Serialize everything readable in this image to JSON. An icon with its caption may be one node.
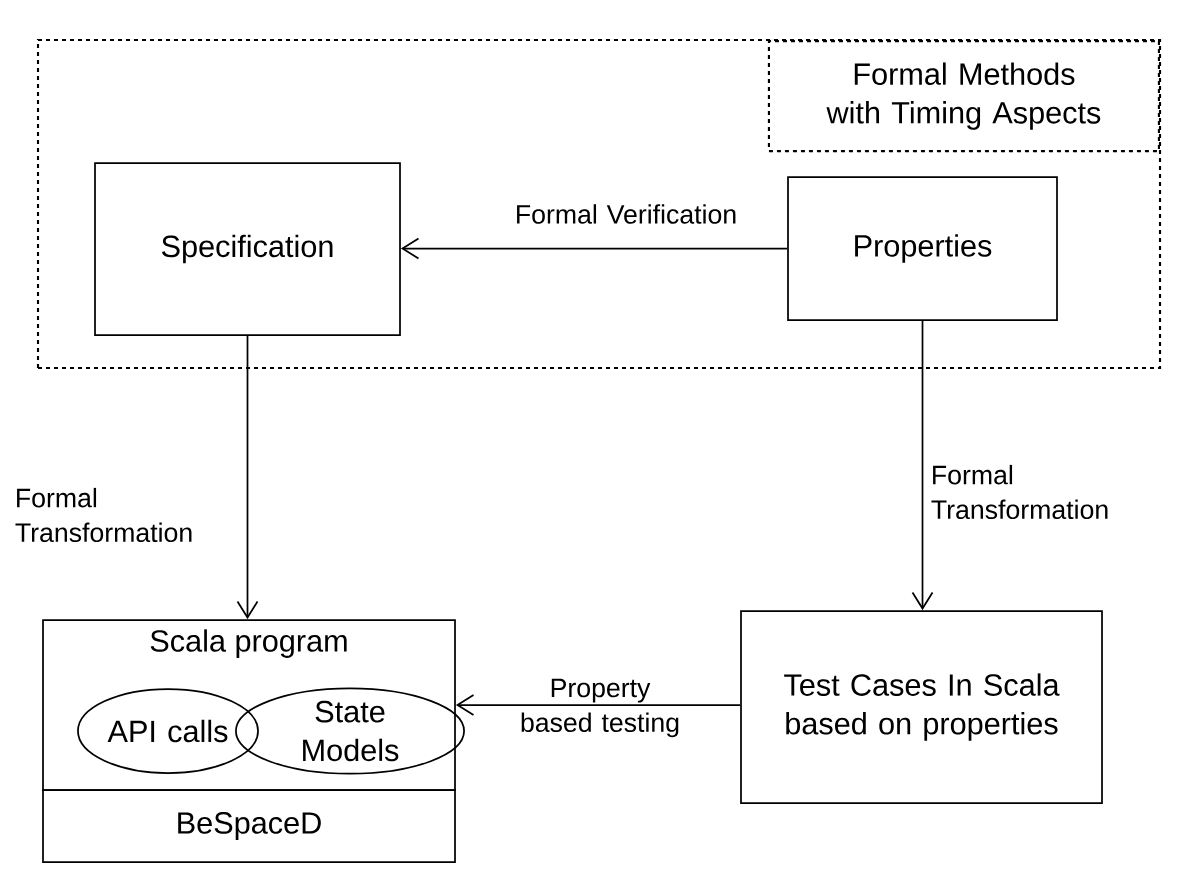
{
  "diagram": {
    "nodes": [
      {
        "text": [
          "Formal Methods with Timing Aspects"
        ]
      },
      {
        "text": [
          "Specification"
        ],
        "in": 0
      },
      {
        "text": [
          "Properties"
        ],
        "in": 0
      },
      {
        "text": [
          "Scala program"
        ]
      },
      {
        "text": [
          "API calls"
        ],
        "in": 3
      },
      {
        "text": [
          "State Models"
        ],
        "in": 3
      },
      {
        "text": [
          "BeSpaceD"
        ]
      },
      {
        "text": [
          "Test Cases In Scala based on properties"
        ]
      }
    ],
    "edges": [
      {
        "from": 2,
        "to": 1,
        "arrow": "to",
        "label": "Formal Verification"
      },
      {
        "from": 1,
        "to": 3,
        "arrow": "to",
        "label": "Formal Transformation"
      },
      {
        "from": 2,
        "to": 7,
        "arrow": "to",
        "label": "Formal Transformation"
      },
      {
        "from": 7,
        "to": 3,
        "arrow": "to",
        "label": "Property based testing"
      }
    ]
  }
}
